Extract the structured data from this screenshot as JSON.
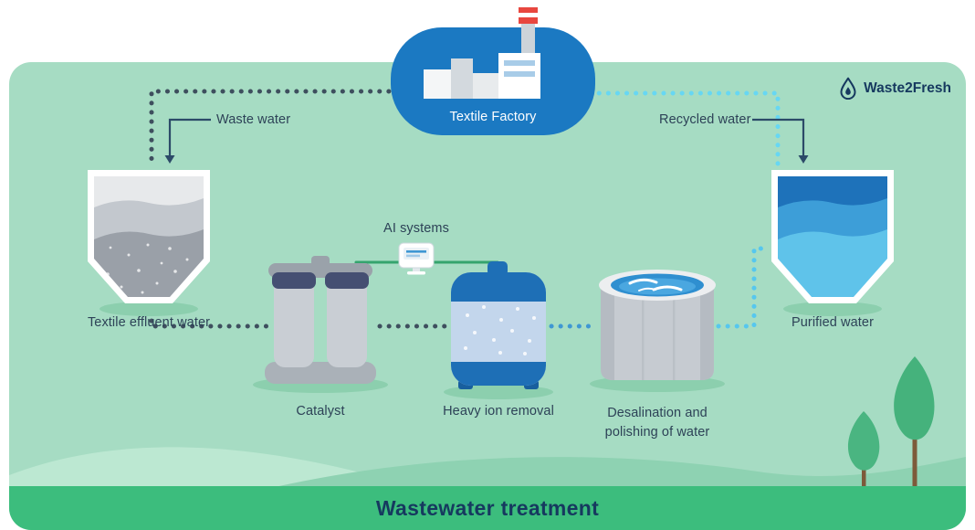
{
  "brand": {
    "name": "Waste2Fresh",
    "icon": "water-drop-icon"
  },
  "title": "Wastewater treatment",
  "factory": {
    "label": "Textile Factory"
  },
  "flow_labels": {
    "waste_water": "Waste water",
    "recycled_water": "Recycled water"
  },
  "stages": {
    "effluent": {
      "label": "Textile effluent water"
    },
    "ai": {
      "label": "AI systems"
    },
    "catalyst": {
      "label": "Catalyst"
    },
    "heavy_ion": {
      "label": "Heavy ion removal"
    },
    "desalination": {
      "label": "Desalination and\npolishing of water"
    },
    "purified": {
      "label": "Purified water"
    }
  },
  "colors": {
    "panel_background": "#a6dcc3",
    "footer_band": "#3cbd7d",
    "factory_blob": "#1b79c2",
    "heading_navy": "#16395f",
    "waste_dots": "#3e4f5e",
    "treated_dots": "#3f97d3",
    "recycled_dots": "#67d7f3",
    "ai_line_green": "#35a46e"
  }
}
